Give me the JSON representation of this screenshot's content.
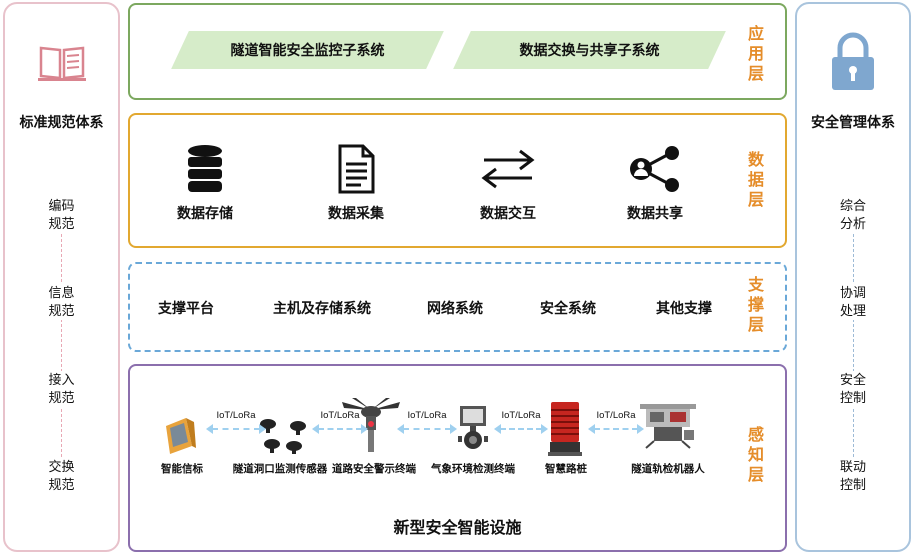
{
  "left": {
    "title": "标准规范体系",
    "items": [
      [
        "编码",
        "规范"
      ],
      [
        "信息",
        "规范"
      ],
      [
        "接入",
        "规范"
      ],
      [
        "交换",
        "规范"
      ]
    ]
  },
  "right": {
    "title": "安全管理体系",
    "items": [
      [
        "综合",
        "分析"
      ],
      [
        "协调",
        "处理"
      ],
      [
        "安全",
        "控制"
      ],
      [
        "联动",
        "控制"
      ]
    ]
  },
  "layers": {
    "app": {
      "label": [
        "应",
        "用",
        "层"
      ],
      "items": [
        "隧道智能安全监控子系统",
        "数据交换与共享子系统"
      ]
    },
    "data": {
      "label": [
        "数",
        "据",
        "层"
      ],
      "items": [
        "数据存储",
        "数据采集",
        "数据交互",
        "数据共享"
      ]
    },
    "support": {
      "label": [
        "支",
        "撑",
        "层"
      ],
      "items": [
        "支撑平台",
        "主机及存储系统",
        "网络系统",
        "安全系统",
        "其他支撑"
      ]
    },
    "sense": {
      "label": [
        "感",
        "知",
        "层"
      ],
      "title": "新型安全智能设施",
      "devices": [
        "智能信标",
        "隧道洞口监测传感器",
        "道路安全警示终端",
        "气象环境检测终端",
        "智慧路桩",
        "隧道轨检机器人"
      ],
      "links": [
        "IoT/LoRa",
        "IoT/LoRa",
        "IoT/LoRa",
        "IoT/LoRa",
        "IoT/LoRa"
      ]
    }
  },
  "colors": {
    "app_border": "#7ca85f",
    "data_border": "#e2a830",
    "support_border": "#6aa8d8",
    "sense_border": "#8b6fad",
    "layer_label": "#e58d2a",
    "left_border": "#e8c2cb",
    "right_border": "#a9c4dd"
  }
}
